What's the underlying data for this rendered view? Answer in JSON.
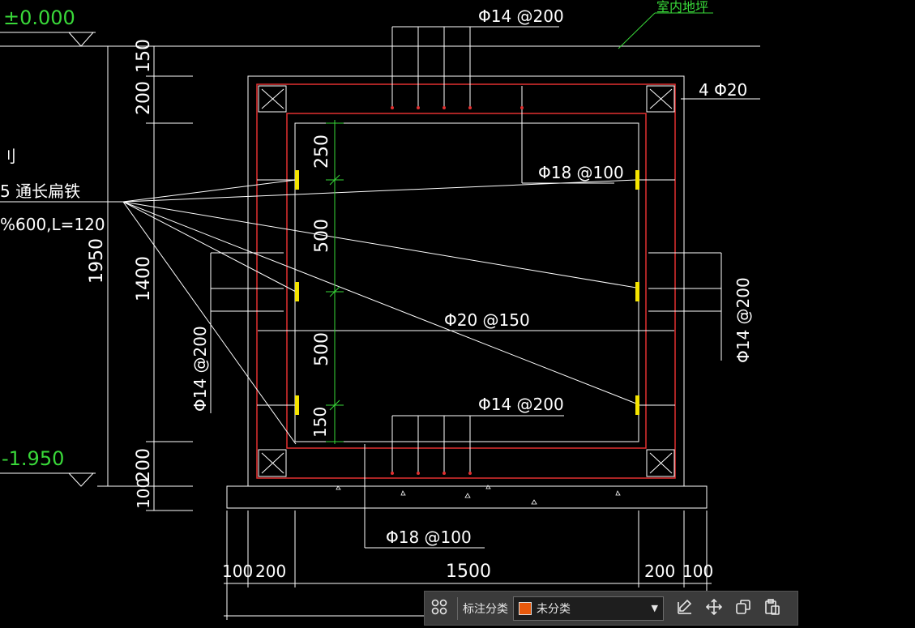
{
  "elevations": {
    "top": "±0.000",
    "bottom": "-1.950"
  },
  "labels": {
    "floor": "室内地坪",
    "rebar_top": "Φ14 @200",
    "rebar_corner": "4 Φ20",
    "rebar_inner_top": "Φ18 @100",
    "rebar_mid": "Φ20 @150",
    "rebar_bottom": "Φ14 @200",
    "rebar_bottom_out": "Φ18 @100",
    "rebar_left_vert": "Φ14 @200",
    "rebar_right_vert": "Φ14 @200",
    "flat_iron_1": "刂",
    "flat_iron_2": "5 通长扁铁",
    "flat_iron_3": "%600,L=120"
  },
  "dims_left": {
    "d150": "150",
    "d200a": "200",
    "d1950": "1950",
    "d1400": "1400",
    "d200b": "200",
    "d100": "100"
  },
  "dims_inner": {
    "d250": "250",
    "d500a": "500",
    "d500b": "500",
    "d150": "150"
  },
  "dims_bottom": {
    "d100a": "100",
    "d200a": "200",
    "d1500": "1500",
    "d200b": "200",
    "d100b": "100"
  },
  "toolbar": {
    "label": "标注分类",
    "selected": "未分类",
    "swatch_color": "#e8590c"
  }
}
